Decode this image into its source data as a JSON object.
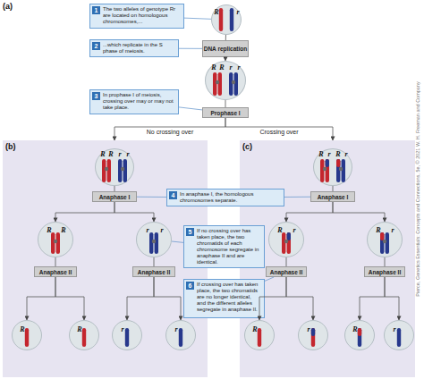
{
  "diagram": {
    "nodes": [
      {
        "text": [
          "1",
          "The two alleles of genotype Rr are located on homologous chromosomes,..."
        ]
      },
      {
        "text": [
          "R",
          "r"
        ]
      },
      {
        "text": [
          "2",
          "...which replicate in the S phase of meiosis."
        ]
      },
      {
        "text": [
          "DNA replication"
        ]
      },
      {
        "text": [
          "R",
          "R",
          "r",
          "r"
        ]
      },
      {
        "text": [
          "3",
          "In prophase I of meiosis, crossing over may or may not take place."
        ]
      },
      {
        "text": [
          "Prophase I"
        ]
      },
      {
        "text": [
          "(b)"
        ]
      },
      {
        "text": [
          "R",
          "R",
          "r",
          "r"
        ],
        "in": 7
      },
      {
        "text": [
          "Anaphase I"
        ],
        "in": 7
      },
      {
        "text": [
          "R",
          "R"
        ],
        "in": 7
      },
      {
        "text": [
          "r",
          "r"
        ],
        "in": 7
      },
      {
        "text": [
          "Anaphase II"
        ],
        "in": 7
      },
      {
        "text": [
          "Anaphase II"
        ],
        "in": 7
      },
      {
        "text": [
          "R"
        ],
        "in": 7
      },
      {
        "text": [
          "R"
        ],
        "in": 7
      },
      {
        "text": [
          "r"
        ],
        "in": 7
      },
      {
        "text": [
          "r"
        ],
        "in": 7
      },
      {
        "text": [
          "(c)"
        ]
      },
      {
        "text": [
          "R",
          "r",
          "R",
          "r"
        ],
        "in": 18
      },
      {
        "text": [
          "Anaphase I"
        ],
        "in": 18
      },
      {
        "text": [
          "R",
          "r"
        ],
        "in": 18
      },
      {
        "text": [
          "R",
          "r"
        ],
        "in": 18
      },
      {
        "text": [
          "Anaphase II"
        ],
        "in": 18
      },
      {
        "text": [
          "Anaphase II"
        ],
        "in": 18
      },
      {
        "text": [
          "R"
        ],
        "in": 18
      },
      {
        "text": [
          "r"
        ],
        "in": 18
      },
      {
        "text": [
          "R"
        ],
        "in": 18
      },
      {
        "text": [
          "r"
        ],
        "in": 18
      },
      {
        "text": [
          "4",
          "In anaphase I, the homologous chromosomes separate."
        ]
      },
      {
        "text": [
          "5",
          "If no crossing over has taken place, the two chromatids of each chromosome segregate in anaphase II and are identical."
        ]
      },
      {
        "text": [
          "6",
          "If crossing over has taken place, the two chromatids are no longer identical, and the different alleles segregate in anaphase II."
        ]
      }
    ],
    "edges": [
      {
        "from": 1,
        "to": 3,
        "arrow": "none"
      },
      {
        "from": 3,
        "to": 4,
        "arrow": "to"
      },
      {
        "from": 4,
        "to": 6,
        "arrow": "none"
      },
      {
        "from": 6,
        "to": 7,
        "arrow": "to",
        "label": "No crossing over"
      },
      {
        "from": 6,
        "to": 18,
        "arrow": "to",
        "label": "Crossing over"
      },
      {
        "from": 8,
        "to": 9,
        "arrow": "none"
      },
      {
        "from": 9,
        "to": 10,
        "arrow": "to"
      },
      {
        "from": 9,
        "to": 11,
        "arrow": "to"
      },
      {
        "from": 10,
        "to": 12,
        "arrow": "none"
      },
      {
        "from": 11,
        "to": 13,
        "arrow": "none"
      },
      {
        "from": 12,
        "to": 14,
        "arrow": "to"
      },
      {
        "from": 12,
        "to": 15,
        "arrow": "to"
      },
      {
        "from": 13,
        "to": 16,
        "arrow": "to"
      },
      {
        "from": 13,
        "to": 17,
        "arrow": "to"
      },
      {
        "from": 19,
        "to": 20,
        "arrow": "none"
      },
      {
        "from": 20,
        "to": 21,
        "arrow": "to"
      },
      {
        "from": 20,
        "to": 22,
        "arrow": "to"
      },
      {
        "from": 21,
        "to": 23,
        "arrow": "none"
      },
      {
        "from": 22,
        "to": 24,
        "arrow": "none"
      },
      {
        "from": 23,
        "to": 25,
        "arrow": "to"
      },
      {
        "from": 23,
        "to": 26,
        "arrow": "to"
      },
      {
        "from": 24,
        "to": 27,
        "arrow": "to"
      },
      {
        "from": 24,
        "to": 28,
        "arrow": "to"
      },
      {
        "from": 0,
        "to": 1,
        "arrow": "none"
      },
      {
        "from": 2,
        "to": 3,
        "arrow": "none"
      },
      {
        "from": 5,
        "to": 6,
        "arrow": "none"
      },
      {
        "from": 29,
        "to": 9,
        "arrow": "none"
      },
      {
        "from": 29,
        "to": 20,
        "arrow": "none"
      },
      {
        "from": 30,
        "to": 11,
        "arrow": "none"
      },
      {
        "from": 31,
        "to": 23,
        "arrow": "none"
      }
    ],
    "labels": [
      "(a)",
      "Pierce, Genetics Essentials: Concepts and Connections, 5e, © 2021 W. H. Freeman and Company"
    ]
  }
}
